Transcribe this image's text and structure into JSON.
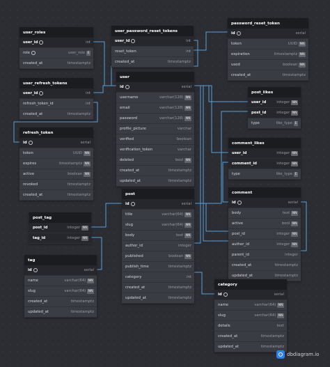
{
  "tables": {
    "user_roles": {
      "name": "user_roles",
      "fields": [
        {
          "name": "user_id",
          "type": "int",
          "key": true,
          "pk": true
        },
        {
          "name": "role",
          "type": "user_role",
          "key": true,
          "badge": "E"
        },
        {
          "name": "created_at",
          "type": "timestamptz"
        }
      ]
    },
    "user_refresh_tokens": {
      "name": "user_refresh_tokens",
      "fields": [
        {
          "name": "user_id",
          "type": "int",
          "key": true,
          "pk": true
        },
        {
          "name": "refresh_token_id",
          "type": "int"
        },
        {
          "name": "created_at",
          "type": "timestamptz"
        }
      ]
    },
    "refresh_token": {
      "name": "refresh_token",
      "fields": [
        {
          "name": "id",
          "type": "serial",
          "key": true,
          "pk": true
        },
        {
          "name": "token",
          "type": "UUID",
          "badge": "NN"
        },
        {
          "name": "expires",
          "type": "timestamptz",
          "badge": "NN"
        },
        {
          "name": "active",
          "type": "boolean",
          "badge": "NN"
        },
        {
          "name": "revoked",
          "type": "timestamptz"
        },
        {
          "name": "created_at",
          "type": "timestamptz"
        }
      ]
    },
    "user_password_reset_tokens": {
      "name": "user_password_reset_tokens",
      "fields": [
        {
          "name": "user_id",
          "type": "int",
          "key": true,
          "pk": true
        },
        {
          "name": "reset_token",
          "type": "int"
        },
        {
          "name": "created_at",
          "type": "timestamptz"
        }
      ]
    },
    "password_reset_token": {
      "name": "password_reset_token",
      "fields": [
        {
          "name": "id",
          "type": "serial",
          "key": true,
          "pk": true
        },
        {
          "name": "token",
          "type": "UUID",
          "badge": "NN"
        },
        {
          "name": "expiration",
          "type": "timestamptz",
          "badge": "NN"
        },
        {
          "name": "used",
          "type": "boolean",
          "badge": "NN"
        },
        {
          "name": "created_at",
          "type": "timestamptz"
        }
      ]
    },
    "user": {
      "name": "user",
      "fields": [
        {
          "name": "id",
          "type": "serial",
          "key": true,
          "pk": true
        },
        {
          "name": "username",
          "type": "varchar(128)",
          "badge": "NN"
        },
        {
          "name": "email",
          "type": "varchar(128)",
          "badge": "NN"
        },
        {
          "name": "password",
          "type": "varchar(128)",
          "badge": "NN"
        },
        {
          "name": "profile_picture",
          "type": "varchar"
        },
        {
          "name": "verified",
          "type": "boolean"
        },
        {
          "name": "verification_token",
          "type": "varchar"
        },
        {
          "name": "deleted",
          "type": "bool",
          "badge": "NN"
        },
        {
          "name": "created_at",
          "type": "timestamptz"
        },
        {
          "name": "updated_at",
          "type": "timestamptz"
        }
      ]
    },
    "post_likes": {
      "name": "post_likes",
      "fields": [
        {
          "name": "user_id",
          "type": "integer",
          "badge": "NN",
          "pk": true
        },
        {
          "name": "post_id",
          "type": "integer",
          "badge": "NN",
          "pk": true
        },
        {
          "name": "type",
          "type": "like_type",
          "badge": "E"
        }
      ]
    },
    "comment_likes": {
      "name": "comment_likes",
      "fields": [
        {
          "name": "user_id",
          "type": "integer",
          "badge": "NN",
          "pk": true
        },
        {
          "name": "comment_id",
          "type": "integer",
          "badge": "NN",
          "pk": true
        },
        {
          "name": "type",
          "type": "like_type",
          "badge": "E"
        }
      ]
    },
    "comment": {
      "name": "comment",
      "fields": [
        {
          "name": "id",
          "type": "serial",
          "key": true,
          "pk": true
        },
        {
          "name": "body",
          "type": "text",
          "badge": "NN"
        },
        {
          "name": "active",
          "type": "bool",
          "badge": "NN"
        },
        {
          "name": "post_id",
          "type": "integer",
          "badge": "NN"
        },
        {
          "name": "author_id",
          "type": "integer",
          "badge": "NN"
        },
        {
          "name": "parent_id",
          "type": "integer"
        },
        {
          "name": "created_at",
          "type": "timestamptz"
        },
        {
          "name": "updated_at",
          "type": "timestamptz"
        }
      ]
    },
    "post": {
      "name": "post",
      "fields": [
        {
          "name": "id",
          "type": "serial",
          "key": true,
          "pk": true
        },
        {
          "name": "title",
          "type": "varchar(64)",
          "badge": "NN"
        },
        {
          "name": "slug",
          "type": "varchar(64)",
          "badge": "NN"
        },
        {
          "name": "body",
          "type": "text",
          "badge": "NN"
        },
        {
          "name": "author_id",
          "type": "integer"
        },
        {
          "name": "published",
          "type": "boolean",
          "badge": "NN"
        },
        {
          "name": "publish_time",
          "type": "timestamptz"
        },
        {
          "name": "category",
          "type": "int"
        },
        {
          "name": "created_at",
          "type": "timestamptz"
        },
        {
          "name": "updated_at",
          "type": "timestamptz"
        }
      ]
    },
    "post_tag": {
      "name": "post_tag",
      "fields": [
        {
          "name": "post_id",
          "type": "integer",
          "badge": "NN",
          "pk": true
        },
        {
          "name": "tag_id",
          "type": "integer",
          "badge": "NN",
          "pk": true
        }
      ]
    },
    "tag": {
      "name": "tag",
      "fields": [
        {
          "name": "id",
          "type": "serial",
          "key": true,
          "pk": true
        },
        {
          "name": "name",
          "type": "varchar(64)",
          "badge": "NN"
        },
        {
          "name": "slug",
          "type": "varchar(64)",
          "badge": "NN"
        },
        {
          "name": "created_at",
          "type": "timestamptz"
        },
        {
          "name": "updated_at",
          "type": "timestamptz"
        }
      ]
    },
    "category": {
      "name": "category",
      "fields": [
        {
          "name": "id",
          "type": "serial",
          "key": true,
          "pk": true
        },
        {
          "name": "name",
          "type": "varchar(64)",
          "badge": "NN"
        },
        {
          "name": "slug",
          "type": "varchar(64)",
          "badge": "NN"
        },
        {
          "name": "details",
          "type": "text"
        },
        {
          "name": "created_at",
          "type": "timestamptz"
        },
        {
          "name": "updated_at",
          "type": "timestamptz"
        }
      ]
    }
  },
  "logo": {
    "text": "dbdiagram.io"
  },
  "colors": {
    "background": "#2b2d33",
    "table_body": "#3a3c43",
    "table_header": "#1b1c20",
    "relation": "#5aa0d8",
    "brand": "#2f80ed"
  }
}
